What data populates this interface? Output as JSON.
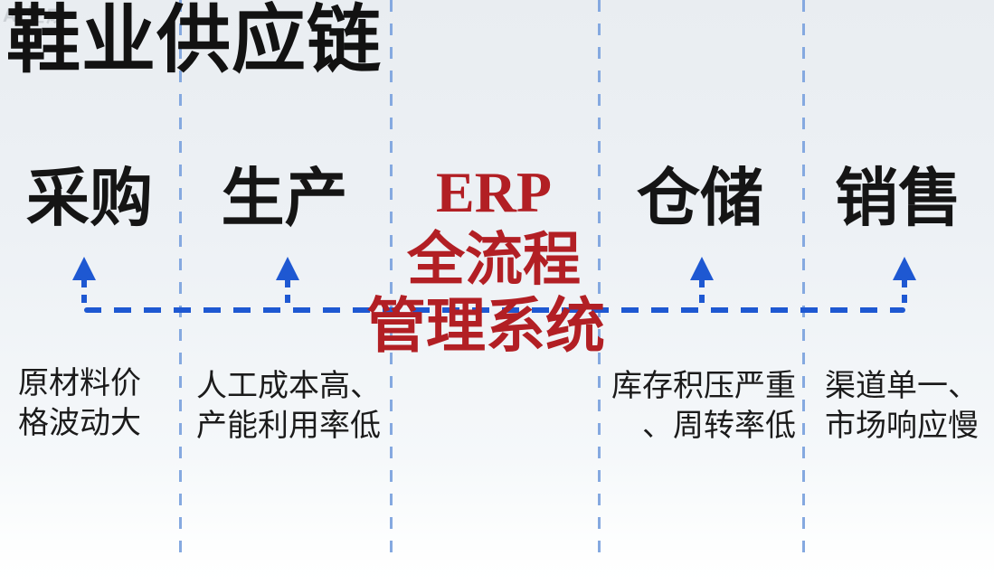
{
  "watermark": "AI生成",
  "title": "鞋业供应链",
  "colors": {
    "arrow_blue": "#1e58d2",
    "divider_blue": "#85a9e0",
    "erp_red": "#b21f24",
    "heading_black": "#151515",
    "background": "#edf1f5"
  },
  "erp_center": {
    "lines": [
      "ERP",
      "全流程",
      "管理系统"
    ]
  },
  "columns": [
    {
      "header": "采购",
      "desc_lines": [
        "原材料价",
        "格波动大"
      ]
    },
    {
      "header": "生产",
      "desc_lines": [
        "人工成本高、",
        "产能利用率低"
      ]
    },
    {
      "header": "仓储",
      "desc_lines": [
        "库存积压严重",
        "、周转率低"
      ]
    },
    {
      "header": "销售",
      "desc_lines": [
        "渠道单一、",
        "市场响应慢"
      ]
    }
  ]
}
